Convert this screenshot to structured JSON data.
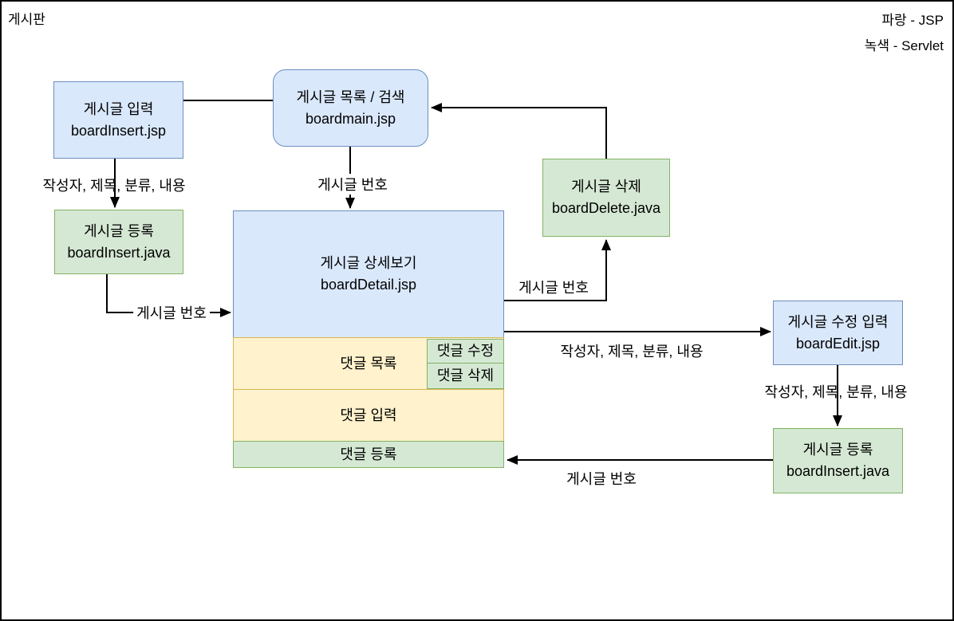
{
  "diagram": {
    "title": "게시판",
    "legend": {
      "line1": "파랑 - JSP",
      "line2": "녹색 - Servlet"
    },
    "colors": {
      "jsp_fill": "#dae8fc",
      "jsp_border": "#6c8ebf",
      "servlet_fill": "#d5e8d4",
      "servlet_border": "#82b366",
      "section_fill": "#fff2cc",
      "section_border": "#d6b656",
      "line": "#000000"
    },
    "nodes": {
      "board_insert_jsp": {
        "title": "게시글 입력",
        "file": "boardInsert.jsp"
      },
      "board_main_jsp": {
        "title": "게시글 목록 / 검색",
        "file": "boardmain.jsp"
      },
      "board_delete_java": {
        "title": "게시글 삭제",
        "file": "boardDelete.java"
      },
      "board_insert_java_left": {
        "title": "게시글 등록",
        "file": "boardInsert.java"
      },
      "board_detail_jsp": {
        "title": "게시글 상세보기",
        "file": "boardDetail.jsp"
      },
      "comment_list": {
        "title": "댓글 목록"
      },
      "comment_edit": {
        "title": "댓글 수정"
      },
      "comment_delete": {
        "title": "댓글 삭제"
      },
      "comment_input": {
        "title": "댓글 입력"
      },
      "comment_register": {
        "title": "댓글 등록"
      },
      "board_edit_jsp": {
        "title": "게시글 수정 입력",
        "file": "boardEdit.jsp"
      },
      "board_insert_java_bottom": {
        "title": "게시글 등록",
        "file": "boardInsert.java"
      }
    },
    "edges": {
      "insert_form_params": "작성자, 제목, 분류, 내용",
      "main_to_detail": "게시글 번호",
      "insert_servlet_to_detail": "게시글 번호",
      "detail_to_delete": "게시글 번호",
      "detail_to_edit": "작성자, 제목, 분류, 내용",
      "edit_to_insert_servlet": "작성자, 제목, 분류, 내용",
      "insert_servlet_to_comment_register": "게시글 번호"
    }
  }
}
